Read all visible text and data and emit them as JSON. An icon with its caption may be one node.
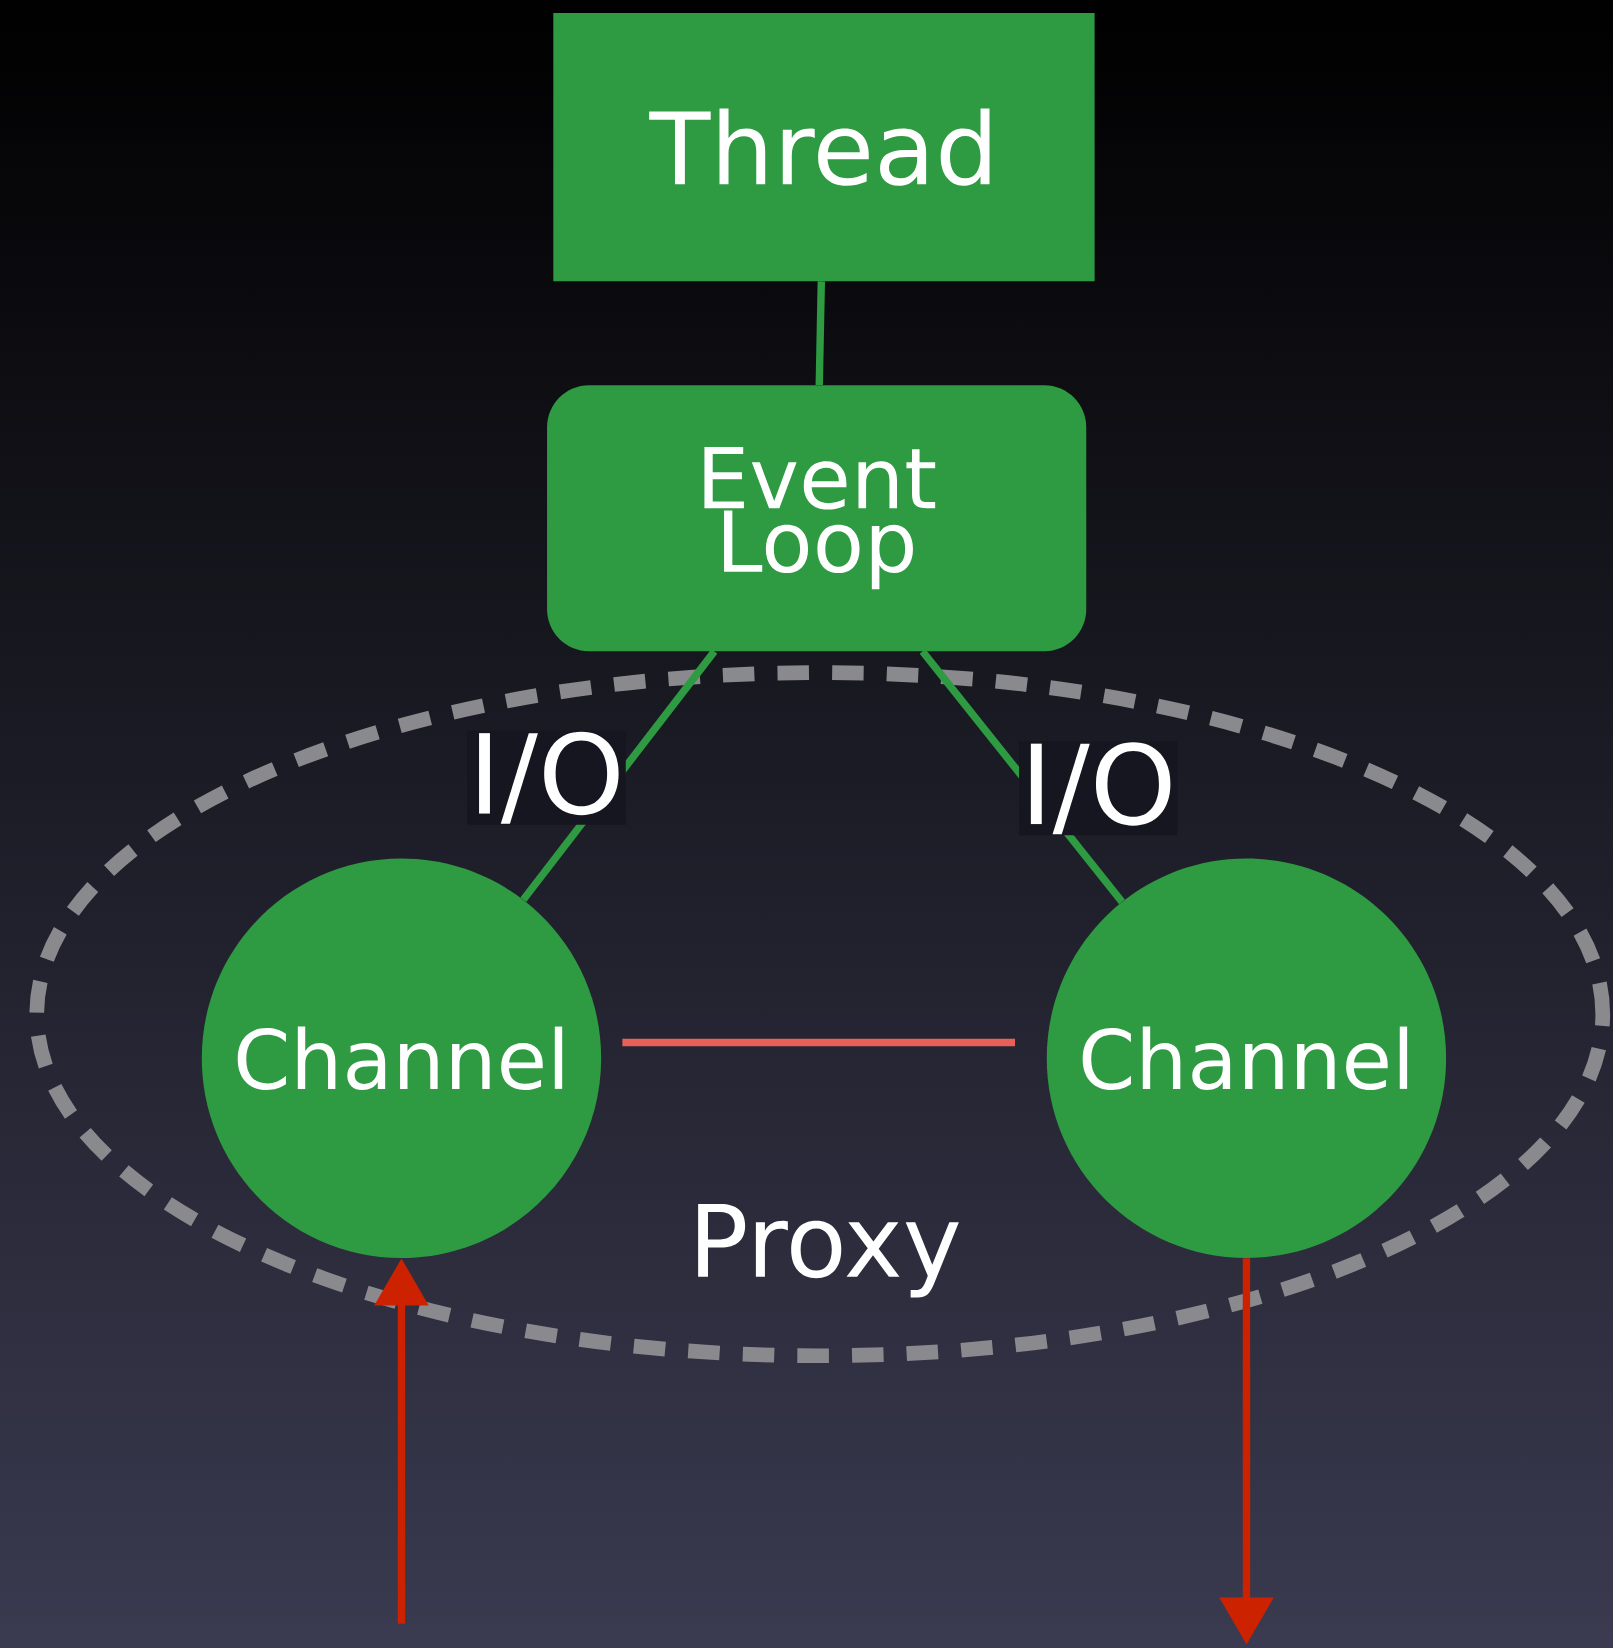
{
  "diagram": {
    "nodes": [
      {
        "text": [
          "Thread"
        ]
      },
      {
        "text": [
          "Event Loop"
        ]
      },
      {
        "text": [
          "Proxy"
        ]
      },
      {
        "text": [
          "Channel"
        ],
        "in": 2
      },
      {
        "text": [
          "Channel"
        ],
        "in": 2
      }
    ],
    "edges": [
      {
        "from": 0,
        "to": 1,
        "arrow": "none"
      },
      {
        "from": 1,
        "to": 3,
        "arrow": "none",
        "label": "I/O"
      },
      {
        "from": 1,
        "to": 4,
        "arrow": "none",
        "label": "I/O"
      },
      {
        "from": 3,
        "to": 4,
        "arrow": "none",
        "color": "#e8605a"
      },
      {
        "from": null,
        "to": 3,
        "arrow": "to",
        "color": "#cc2200"
      },
      {
        "from": 4,
        "to": null,
        "arrow": "to",
        "color": "#cc2200"
      }
    ]
  }
}
